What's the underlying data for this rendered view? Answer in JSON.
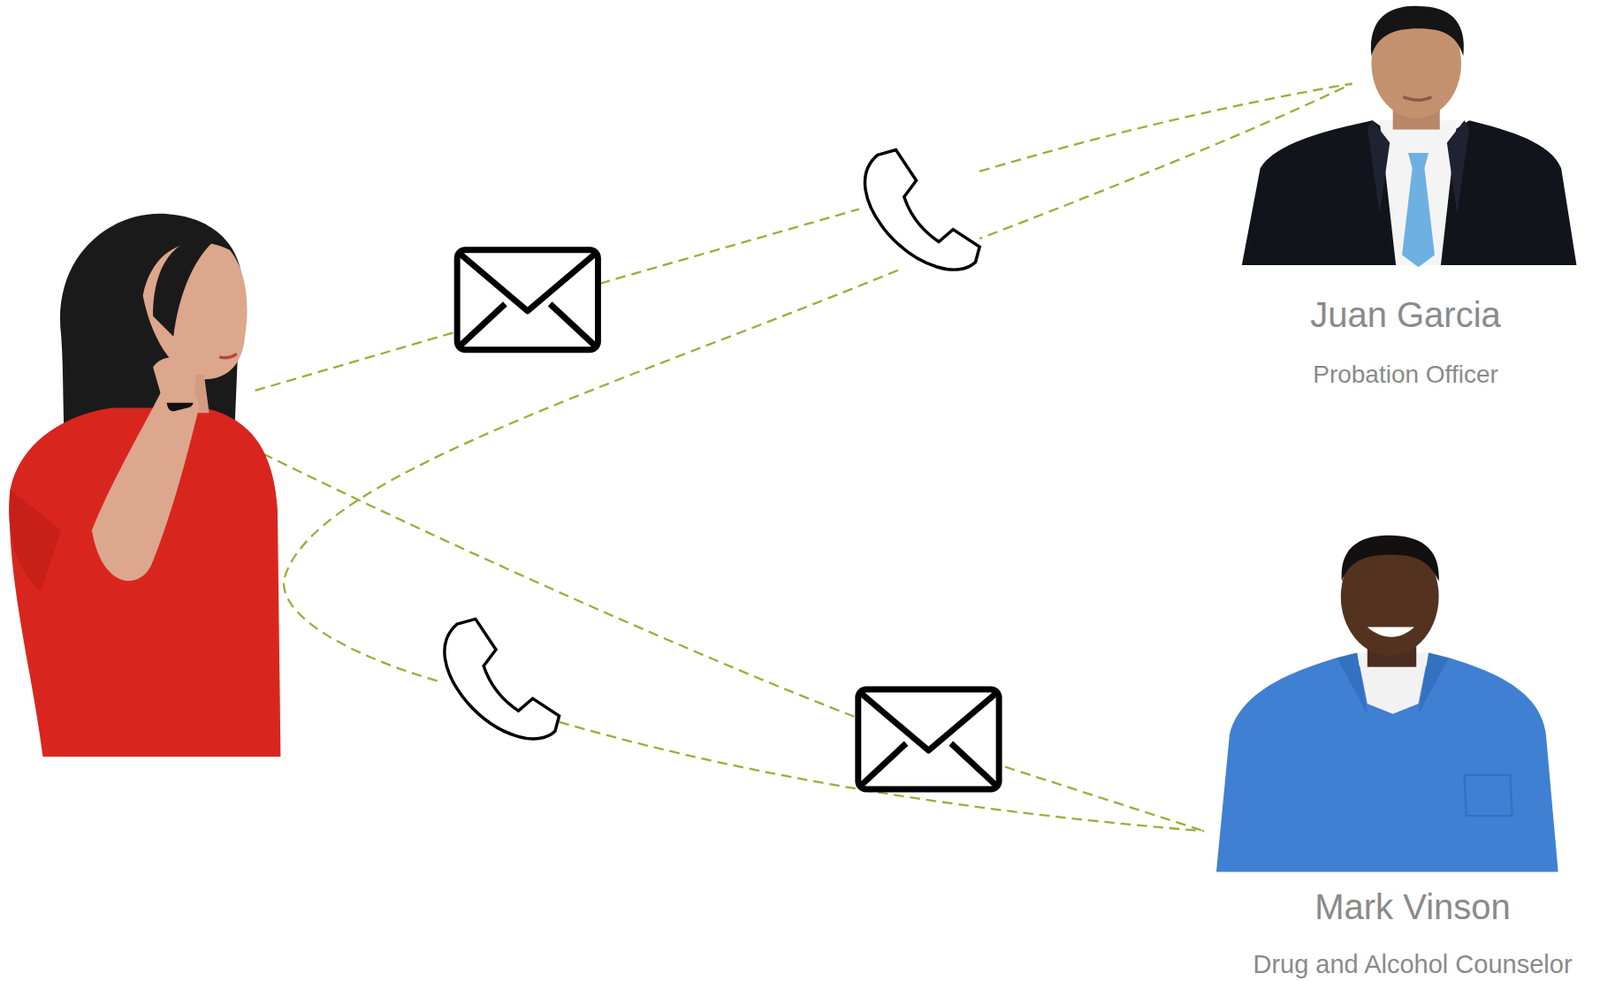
{
  "diagram": {
    "nodes": [
      {
        "text": [
          "Juan Garcia",
          "Probation Officer"
        ]
      },
      {
        "text": [
          "Mark Vinson",
          "Drug and Alcohol Counselor"
        ]
      }
    ]
  }
}
